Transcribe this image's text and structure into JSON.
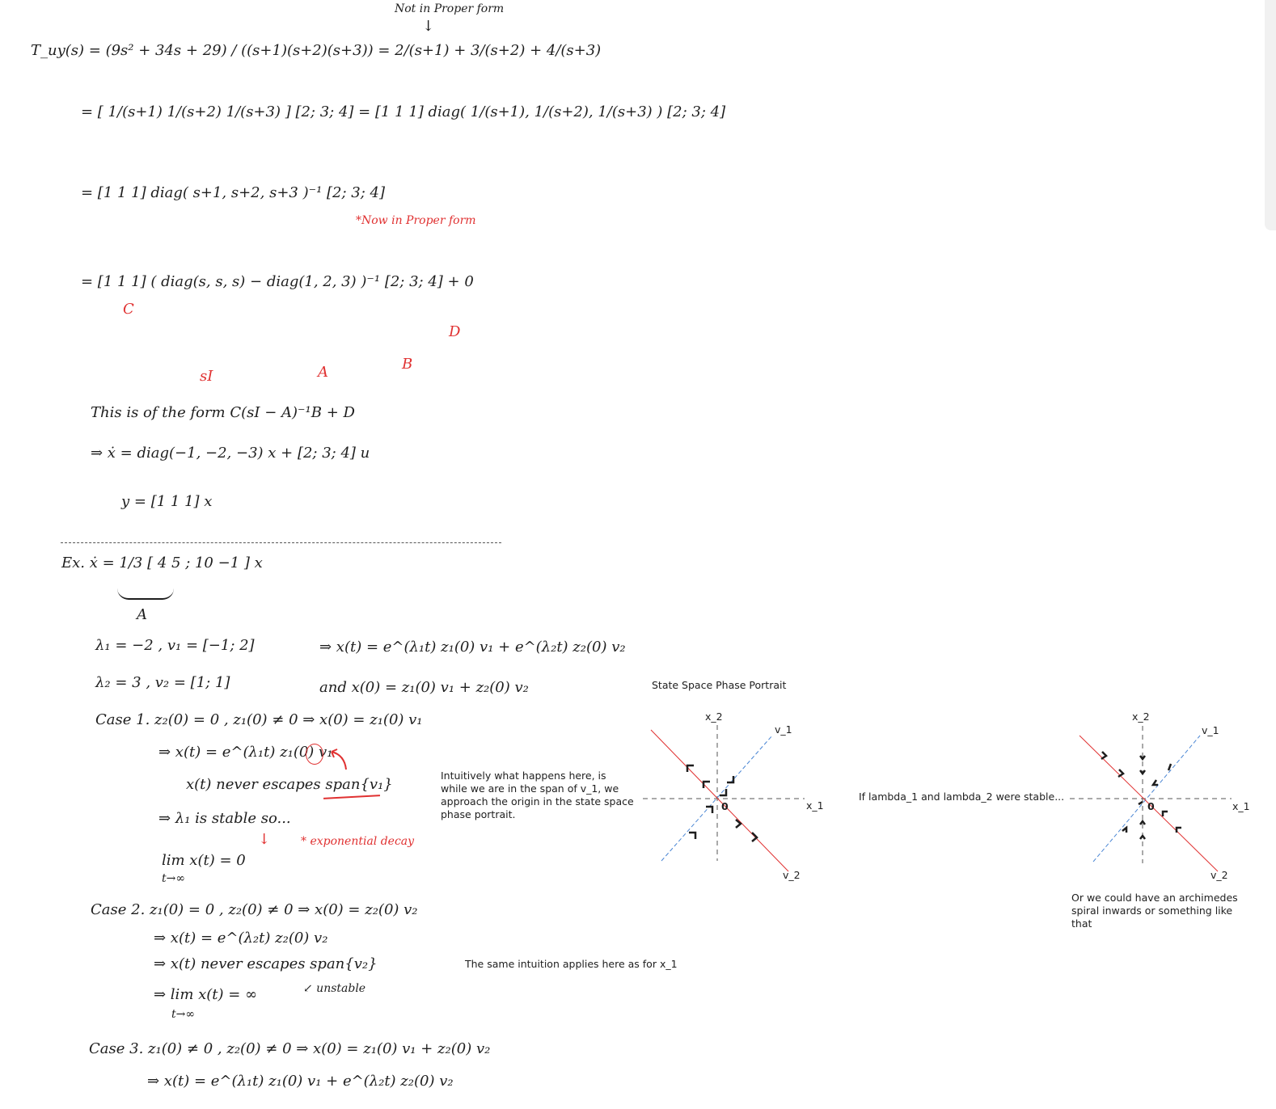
{
  "notes": {
    "not_proper": "Not in Proper form",
    "down_arrow": "↓",
    "line1": "T_uy(s) = (9s² + 34s + 29) / ((s+1)(s+2)(s+3)) = 2/(s+1) + 3/(s+2) + 4/(s+3)",
    "line2": "= [ 1/(s+1)   1/(s+2)   1/(s+3) ] [2; 3; 4]  = [1 1 1] diag( 1/(s+1), 1/(s+2), 1/(s+3) ) [2; 3; 4]",
    "line3": "= [1 1 1] diag( s+1, s+2, s+3 )⁻¹ [2; 3; 4]",
    "now_proper": "*Now in Proper form",
    "line4": "= [1 1 1] ( diag(s, s, s) − diag(1, 2, 3) )⁻¹ [2; 3; 4] + 0",
    "label_c": "C",
    "label_si": "sI",
    "label_a": "A",
    "label_b": "B",
    "label_d": "D",
    "line5": "This is of the form C(sI − A)⁻¹B + D",
    "line6": "⇒ ẋ = diag(−1, −2, −3) x + [2; 3; 4] u",
    "line7": "y = [1 1 1] x",
    "ex_line": "Ex.  ẋ = 1/3 [ 4  5 ; 10  −1 ] x",
    "ex_a": "A",
    "lambda1": "λ₁ = −2 ,  v₁ = [−1; 2]",
    "xt_general": "⇒ x(t) = e^(λ₁t) z₁(0) v₁ + e^(λ₂t) z₂(0) v₂",
    "lambda2": "λ₂ = 3 ,  v₂ = [1; 1]",
    "x0_general": "and   x(0) = z₁(0) v₁ + z₂(0) v₂",
    "case1": "Case 1.  z₂(0) = 0 ,  z₁(0) ≠ 0  ⇒ x(0) = z₁(0) v₁",
    "case1_xt": "⇒ x(t) = e^(λ₁t) z₁(0) v₁",
    "case1_span": "x(t) never escapes span{v₁}",
    "case1_stable": "⇒ λ₁ is stable so...",
    "exp_decay": "* exponential decay",
    "case1_lim": "lim x(t) = 0",
    "case1_lim_sub": "t→∞",
    "intuition1": "Intuitively what happens here, is while we are in the span of v_1, we approach the origin in the state space phase portrait.",
    "case2": "Case 2.  z₁(0) = 0 ,  z₂(0) ≠ 0  ⇒ x(0) = z₂(0) v₂",
    "case2_xt": "⇒ x(t) = e^(λ₂t) z₂(0) v₂",
    "case2_span": "⇒ x(t) never escapes span{v₂}",
    "intuition2": "The same intuition applies here as for x_1",
    "case2_lim": "⇒ lim x(t) = ∞",
    "case2_lim_sub": "t→∞",
    "unstable": "↙ unstable",
    "case3": "Case 3.  z₁(0) ≠ 0 ,  z₂(0) ≠ 0  ⇒ x(0) = z₁(0) v₁ + z₂(0) v₂",
    "case3_xt": "⇒ x(t) = e^(λ₁t) z₁(0) v₁ + e^(λ₂t) z₂(0) v₂"
  },
  "portrait": {
    "title": "State Space Phase Portrait",
    "x1": "x_1",
    "x2": "x_2",
    "v1": "v_1",
    "v2": "v_2",
    "origin": "0",
    "stable_note": "If lambda_1 and lambda_2 were stable...",
    "spiral_note": "Or we could have an archimedes spiral inwards or something like that"
  },
  "colors": {
    "red": "#e03131",
    "blue": "#4a86d4",
    "ink": "#1e1e1e"
  }
}
